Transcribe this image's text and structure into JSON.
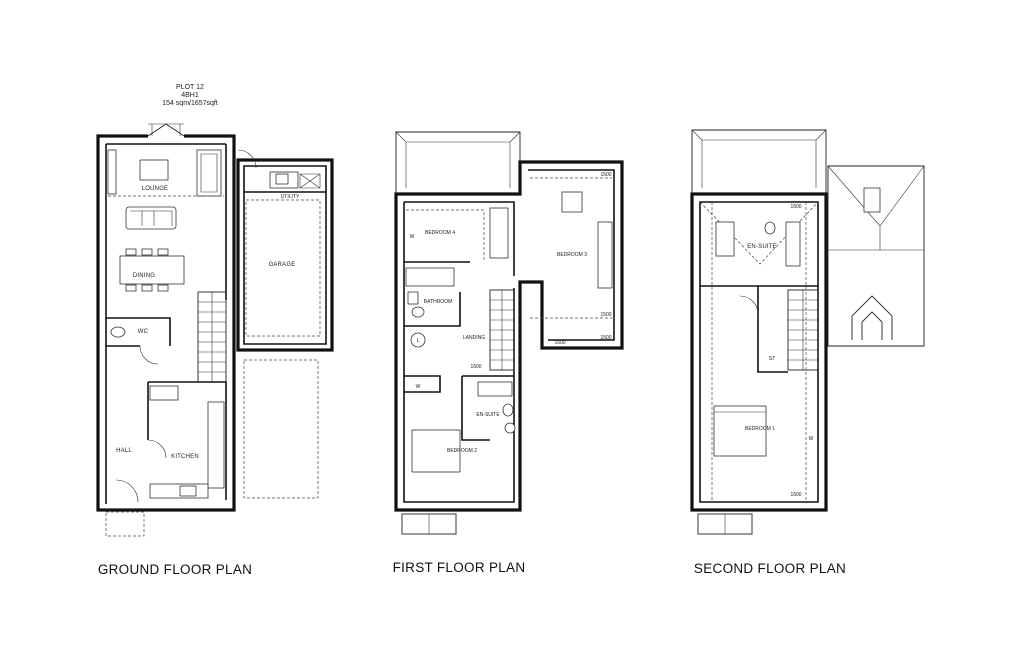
{
  "plot": {
    "name": "PLOT 12",
    "type": "4BH1",
    "area": "154 sqm/1657sqft"
  },
  "ground_floor": {
    "title": "GROUND FLOOR PLAN",
    "rooms": {
      "lounge": "LOUNGE",
      "dining": "DINING",
      "wc": "WC",
      "hall": "HALL",
      "kitchen": "KITCHEN",
      "utility": "UTILITY",
      "garage": "GARAGE"
    }
  },
  "first_floor": {
    "title": "FIRST FLOOR PLAN",
    "rooms": {
      "bedroom4": "BEDROOM 4",
      "bedroom3": "BEDROOM 3",
      "bathroom": "BATHROOM",
      "landing": "LANDING",
      "ensuite": "EN-SUITE",
      "bedroom2": "BEDROOM 2"
    },
    "wardrobe_marks": [
      "W",
      "W"
    ],
    "linen_mark": "L",
    "dims": [
      "1500",
      "1500",
      "1500",
      "1500",
      "1500"
    ]
  },
  "second_floor": {
    "title": "SECOND FLOOR PLAN",
    "rooms": {
      "ensuite": "EN-SUITE",
      "store": "ST",
      "bedroom1": "BEDROOM 1"
    },
    "wardrobe_mark": "W",
    "dims": [
      "1500",
      "1500"
    ]
  }
}
